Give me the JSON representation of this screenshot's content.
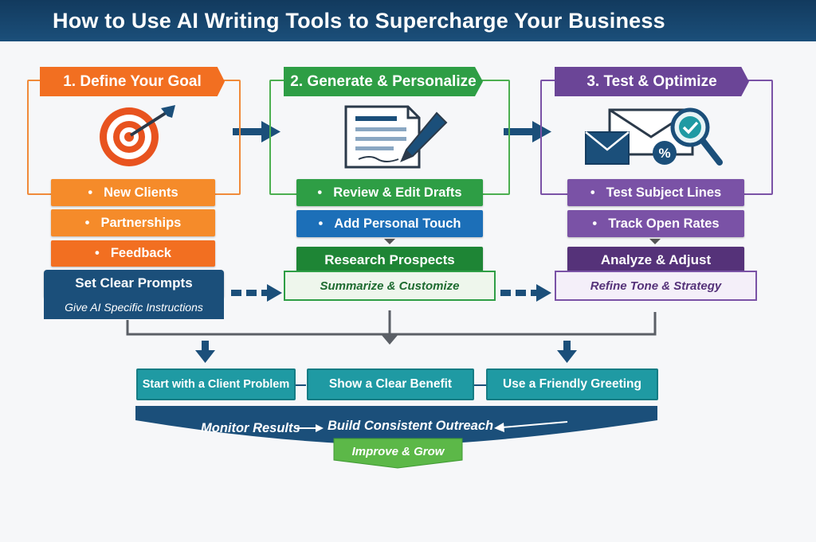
{
  "title": "How to Use AI Writing Tools to Supercharge Your Business",
  "colors": {
    "navy": "#1b4f7a",
    "orange": "#f26f21",
    "orange_light": "#f58b2a",
    "green": "#2e9e45",
    "green_dark": "#1e8535",
    "blue": "#1c6fb8",
    "purple": "#6b4597",
    "purple_dark": "#553279",
    "teal": "#1f9aa3",
    "lime": "#5cb848"
  },
  "steps": [
    {
      "heading": "1. Define Your Goal",
      "icon": "target-icon",
      "bullets": [
        "New Clients",
        "Partnerships",
        "Feedback"
      ],
      "action": "Set Clear Prompts",
      "action_sub": "Give AI Specific Instructions"
    },
    {
      "heading": "2. Generate & Personalize",
      "icon": "document-pen-icon",
      "bullets": [
        "Review & Edit Drafts",
        "Add Personal Touch"
      ],
      "action": "Research Prospects",
      "action_sub": "Summarize & Customize"
    },
    {
      "heading": "3. Test & Optimize",
      "icon": "email-magnifier-icon",
      "bullets": [
        "Test Subject Lines",
        "Track Open Rates"
      ],
      "action": "Analyze & Adjust",
      "action_sub": "Refine Tone & Strategy"
    }
  ],
  "bullet_glyph": "•",
  "icon_percent": "%",
  "tips": [
    "Start with a Client Problem",
    "Show a Clear Benefit",
    "Use a Friendly Greeting"
  ],
  "cycle": {
    "left": "Monitor Results",
    "center": "Build Consistent Outreach",
    "bottom": "Improve & Grow"
  }
}
